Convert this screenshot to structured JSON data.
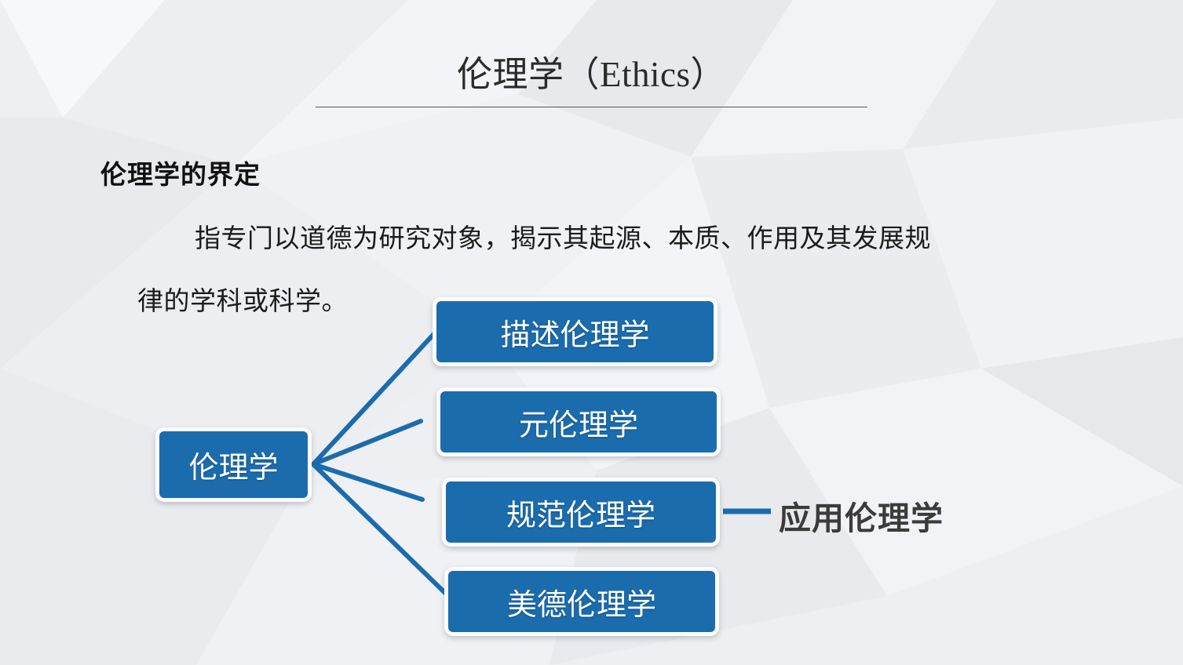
{
  "slide": {
    "title": "伦理学（Ethics）",
    "section_heading": "伦理学的界定",
    "body": {
      "line1": "指专门以道德为研究对象，揭示其起源、本质、作用及其发展规",
      "line2": "律的学科或科学。"
    }
  },
  "diagram": {
    "root": {
      "label": "伦理学"
    },
    "children": [
      {
        "label": "描述伦理学"
      },
      {
        "label": "元伦理学"
      },
      {
        "label": "规范伦理学"
      },
      {
        "label": "美德伦理学"
      }
    ],
    "annotation": {
      "label": "应用伦理学",
      "attached_to": "规范伦理学"
    }
  },
  "colors": {
    "node_fill": "#1b6cad",
    "node_border": "#fcfcfc",
    "node_text": "#ffffff",
    "connector": "#1b6cad",
    "background": "#eeeff2",
    "title_text": "#2b2b2b",
    "body_text": "#1b1b1b",
    "annotation_text": "#3b3b3b",
    "title_rule": "#54535a"
  }
}
